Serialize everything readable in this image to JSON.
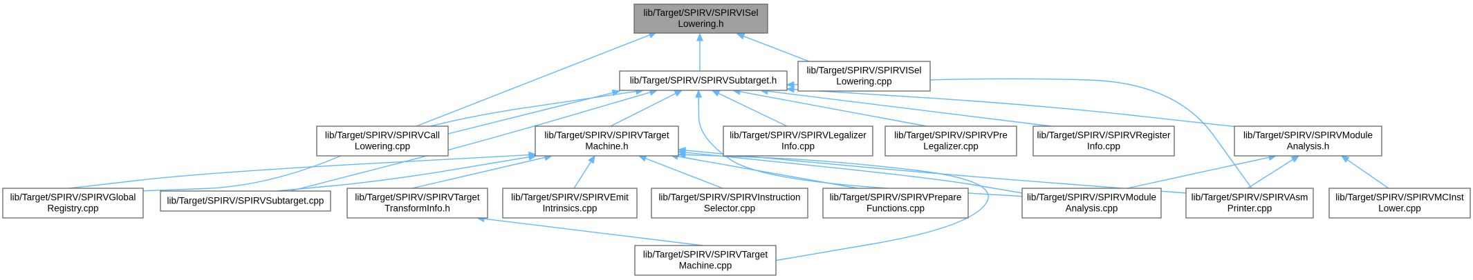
{
  "diagram": {
    "colors": {
      "edge": "#63b8ff",
      "node_border": "#666666",
      "root_fill": "#a0a0a0",
      "node_fill": "#ffffff"
    },
    "nodes": [
      {
        "id": "isel_h",
        "root": true,
        "lines": [
          "lib/Target/SPIRV/SPIRVISel",
          "Lowering.h"
        ]
      },
      {
        "id": "subtarget_h",
        "lines": [
          "lib/Target/SPIRV/SPIRVSubtarget.h"
        ]
      },
      {
        "id": "isel_cpp",
        "lines": [
          "lib/Target/SPIRV/SPIRVISel",
          "Lowering.cpp"
        ]
      },
      {
        "id": "call_cpp",
        "lines": [
          "lib/Target/SPIRV/SPIRVCall",
          "Lowering.cpp"
        ]
      },
      {
        "id": "tm_h",
        "lines": [
          "lib/Target/SPIRV/SPIRVTarget",
          "Machine.h"
        ]
      },
      {
        "id": "legalizer_cpp",
        "lines": [
          "lib/Target/SPIRV/SPIRVLegalizer",
          "Info.cpp"
        ]
      },
      {
        "id": "prelegalizer_cpp",
        "lines": [
          "lib/Target/SPIRV/SPIRVPre",
          "Legalizer.cpp"
        ]
      },
      {
        "id": "reginfo_cpp",
        "lines": [
          "lib/Target/SPIRV/SPIRVRegister",
          "Info.cpp"
        ]
      },
      {
        "id": "ma_h",
        "lines": [
          "lib/Target/SPIRV/SPIRVModule",
          "Analysis.h"
        ]
      },
      {
        "id": "global_cpp",
        "lines": [
          "lib/Target/SPIRV/SPIRVGlobal",
          "Registry.cpp"
        ]
      },
      {
        "id": "subtarget_cpp",
        "lines": [
          "lib/Target/SPIRV/SPIRVSubtarget.cpp"
        ]
      },
      {
        "id": "tti_h",
        "lines": [
          "lib/Target/SPIRV/SPIRVTarget",
          "TransformInfo.h"
        ]
      },
      {
        "id": "emit_cpp",
        "lines": [
          "lib/Target/SPIRV/SPIRVEmit",
          "Intrinsics.cpp"
        ]
      },
      {
        "id": "instsel_cpp",
        "lines": [
          "lib/Target/SPIRV/SPIRVInstruction",
          "Selector.cpp"
        ]
      },
      {
        "id": "prepare_cpp",
        "lines": [
          "lib/Target/SPIRV/SPIRVPrepare",
          "Functions.cpp"
        ]
      },
      {
        "id": "ma_cpp",
        "lines": [
          "lib/Target/SPIRV/SPIRVModule",
          "Analysis.cpp"
        ]
      },
      {
        "id": "asm_cpp",
        "lines": [
          "lib/Target/SPIRV/SPIRVAsm",
          "Printer.cpp"
        ]
      },
      {
        "id": "mcinst_cpp",
        "lines": [
          "lib/Target/SPIRV/SPIRVMCInst",
          "Lower.cpp"
        ]
      },
      {
        "id": "tm_cpp",
        "lines": [
          "lib/Target/SPIRV/SPIRVTarget",
          "Machine.cpp"
        ]
      }
    ],
    "edges": [
      {
        "from": "call_cpp",
        "to": "isel_h"
      },
      {
        "from": "subtarget_h",
        "to": "isel_h"
      },
      {
        "from": "isel_cpp",
        "to": "isel_h"
      },
      {
        "from": "call_cpp",
        "to": "subtarget_h"
      },
      {
        "from": "tm_h",
        "to": "subtarget_h"
      },
      {
        "from": "legalizer_cpp",
        "to": "subtarget_h"
      },
      {
        "from": "prelegalizer_cpp",
        "to": "subtarget_h"
      },
      {
        "from": "reginfo_cpp",
        "to": "subtarget_h"
      },
      {
        "from": "ma_h",
        "to": "subtarget_h"
      },
      {
        "from": "global_cpp",
        "to": "subtarget_h"
      },
      {
        "from": "subtarget_cpp",
        "to": "subtarget_h"
      },
      {
        "from": "asm_cpp",
        "to": "subtarget_h"
      },
      {
        "from": "ma_cpp",
        "to": "subtarget_h"
      },
      {
        "from": "global_cpp",
        "to": "tm_h"
      },
      {
        "from": "subtarget_cpp",
        "to": "tm_h"
      },
      {
        "from": "tti_h",
        "to": "tm_h"
      },
      {
        "from": "emit_cpp",
        "to": "tm_h"
      },
      {
        "from": "instsel_cpp",
        "to": "tm_h"
      },
      {
        "from": "prepare_cpp",
        "to": "tm_h"
      },
      {
        "from": "ma_cpp",
        "to": "tm_h"
      },
      {
        "from": "asm_cpp",
        "to": "tm_h"
      },
      {
        "from": "tm_cpp",
        "to": "tm_h"
      },
      {
        "from": "ma_cpp",
        "to": "ma_h"
      },
      {
        "from": "asm_cpp",
        "to": "ma_h"
      },
      {
        "from": "mcinst_cpp",
        "to": "ma_h"
      },
      {
        "from": "tm_cpp",
        "to": "tti_h"
      }
    ]
  }
}
